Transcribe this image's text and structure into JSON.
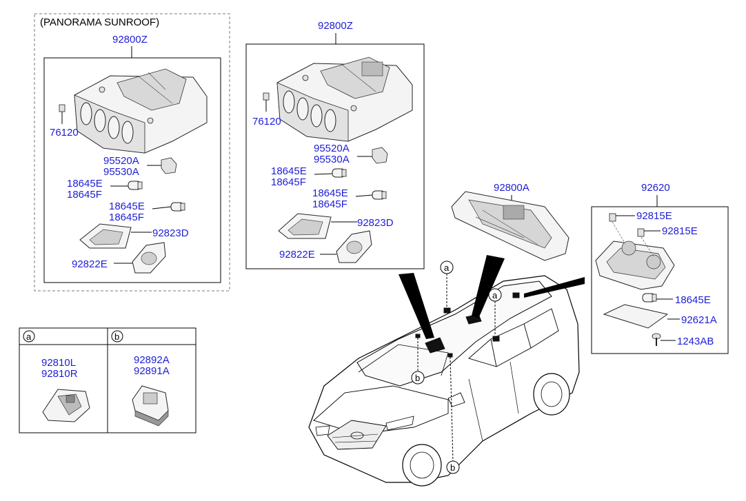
{
  "panorama": {
    "caption": "(PANORAMA SUNROOF)",
    "assembly": "92800Z",
    "clip": "76120",
    "switch_a": "95520A",
    "switch_b": "95530A",
    "bulb1_a": "18645E",
    "bulb1_b": "18645F",
    "bulb2_a": "18645E",
    "bulb2_b": "18645F",
    "lens": "92823D",
    "lamp": "92822E"
  },
  "standard": {
    "assembly": "92800Z",
    "clip": "76120",
    "switch_a": "95520A",
    "switch_b": "95530A",
    "bulb1_a": "18645E",
    "bulb1_b": "18645F",
    "bulb2_a": "18645E",
    "bulb2_b": "18645F",
    "lens": "92823D",
    "lamp": "92822E"
  },
  "console": {
    "assembly": "92800A"
  },
  "room_lamp": {
    "assembly": "92620",
    "lens_a": "92815E",
    "lens_b": "92815E",
    "bulb": "18645E",
    "cover": "92621A",
    "screw": "1243AB"
  },
  "vanity_table": {
    "col_a_marker": "a",
    "col_b_marker": "b",
    "col_a_part1": "92810L",
    "col_a_part2": "92810R",
    "col_b_part1": "92892A",
    "col_b_part2": "92891A"
  },
  "callouts": {
    "a1": "a",
    "a2": "a",
    "b1": "b",
    "b2": "b"
  }
}
